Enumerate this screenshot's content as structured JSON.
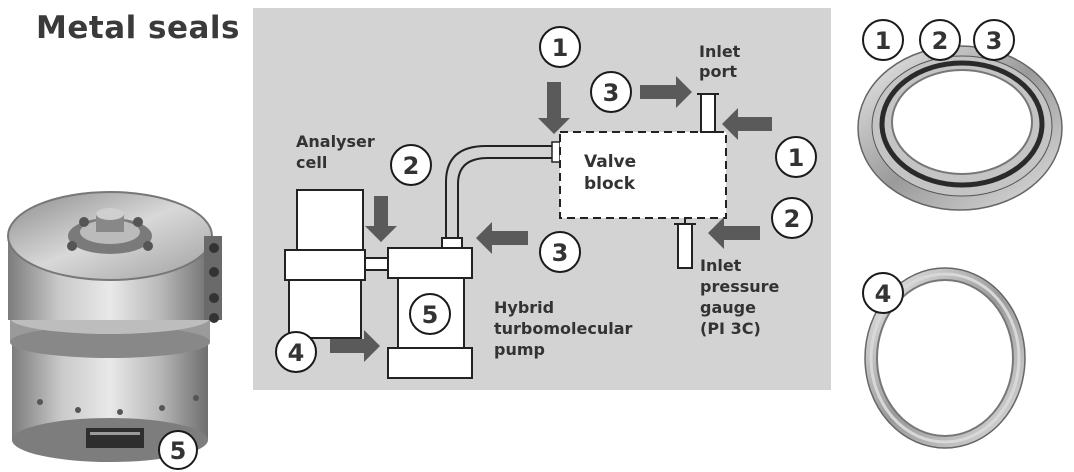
{
  "title": "Metal seals",
  "labels": {
    "analyser_cell": [
      "Analyser",
      "cell"
    ],
    "valve_block": [
      "Valve",
      "block"
    ],
    "inlet_port": [
      "Inlet",
      "port"
    ],
    "inlet_pressure_gauge": [
      "Inlet",
      "pressure",
      "gauge",
      "(PI 3C)"
    ],
    "hybrid_pump": [
      "Hybrid",
      "turbomolecular",
      "pump"
    ]
  },
  "callouts": {
    "c1_top": "1",
    "c3_port": "3",
    "c1_right": "1",
    "c2_analyser": "2",
    "c2_gauge": "2",
    "c3_pump": "3",
    "c5_pump": "5",
    "c4_pump": "4",
    "c5_photo": "5",
    "c1_ring": "1",
    "c2_ring": "2",
    "c3_ring": "3",
    "c4_ring": "4"
  },
  "colors": {
    "panel": "#d3d3d3",
    "arrow": "#5a5a5a",
    "outline": "#222222"
  }
}
